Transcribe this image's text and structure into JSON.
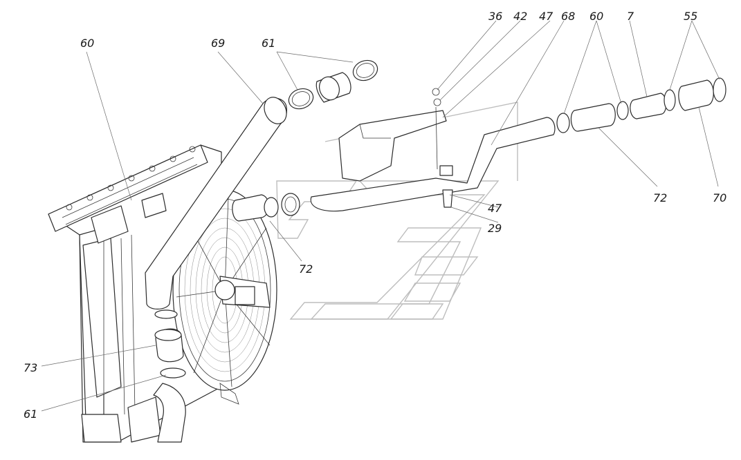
{
  "callouts": [
    {
      "id": "c60a",
      "text": "60"
    },
    {
      "id": "c69",
      "text": "69"
    },
    {
      "id": "c61a",
      "text": "61"
    },
    {
      "id": "c36",
      "text": "36"
    },
    {
      "id": "c42",
      "text": "42"
    },
    {
      "id": "c47a",
      "text": "47"
    },
    {
      "id": "c68",
      "text": "68"
    },
    {
      "id": "c60b",
      "text": "60"
    },
    {
      "id": "c7",
      "text": "7"
    },
    {
      "id": "c55",
      "text": "55"
    },
    {
      "id": "c72a",
      "text": "72"
    },
    {
      "id": "c70",
      "text": "70"
    },
    {
      "id": "c47b",
      "text": "47"
    },
    {
      "id": "c29",
      "text": "29"
    },
    {
      "id": "c72b",
      "text": "72"
    },
    {
      "id": "c73",
      "text": "73"
    },
    {
      "id": "c61b",
      "text": "61"
    }
  ],
  "colors": {
    "line": "#2b2b2b",
    "watermark": "#bdbdbd",
    "background": "#ffffff"
  }
}
